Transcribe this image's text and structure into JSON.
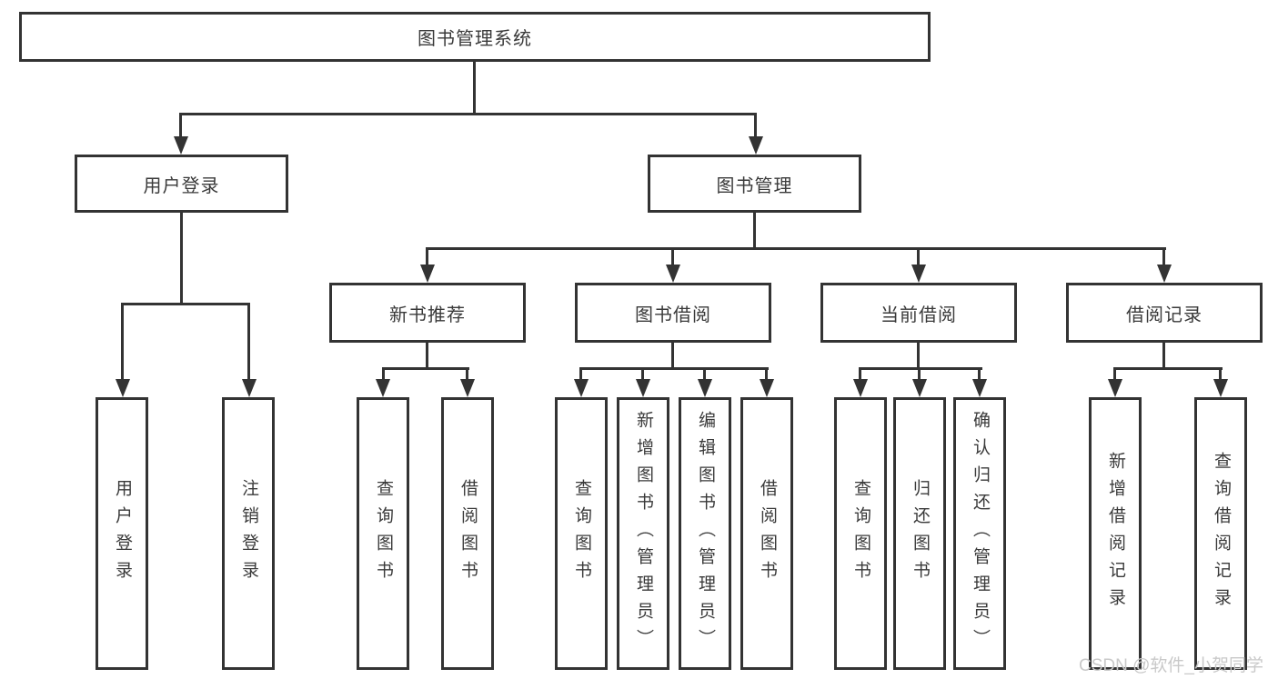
{
  "diagram_title": "图书管理系统",
  "level2": {
    "user_login": "用户登录",
    "book_mgmt": "图书管理"
  },
  "level3": {
    "new_books": "新书推荐",
    "book_borrow": "图书借阅",
    "current_borrow": "当前借阅",
    "borrow_records": "借阅记录"
  },
  "leaves": {
    "user_login": [
      "用户登录",
      "注销登录"
    ],
    "new_books": [
      "查询图书",
      "借阅图书"
    ],
    "book_borrow": [
      "查询图书",
      "新增图书（管理员）",
      "编辑图书（管理员）",
      "借阅图书"
    ],
    "current_borrow": [
      "查询图书",
      "归还图书",
      "确认归还（管理员）"
    ],
    "borrow_records": [
      "新增借阅记录",
      "查询借阅记录"
    ]
  },
  "watermark": "CSDN @软件_小贺同学",
  "colors": {
    "line": "#333333",
    "text": "#3a3a3a",
    "watermark": "#c9c9c9",
    "background": "#ffffff"
  }
}
